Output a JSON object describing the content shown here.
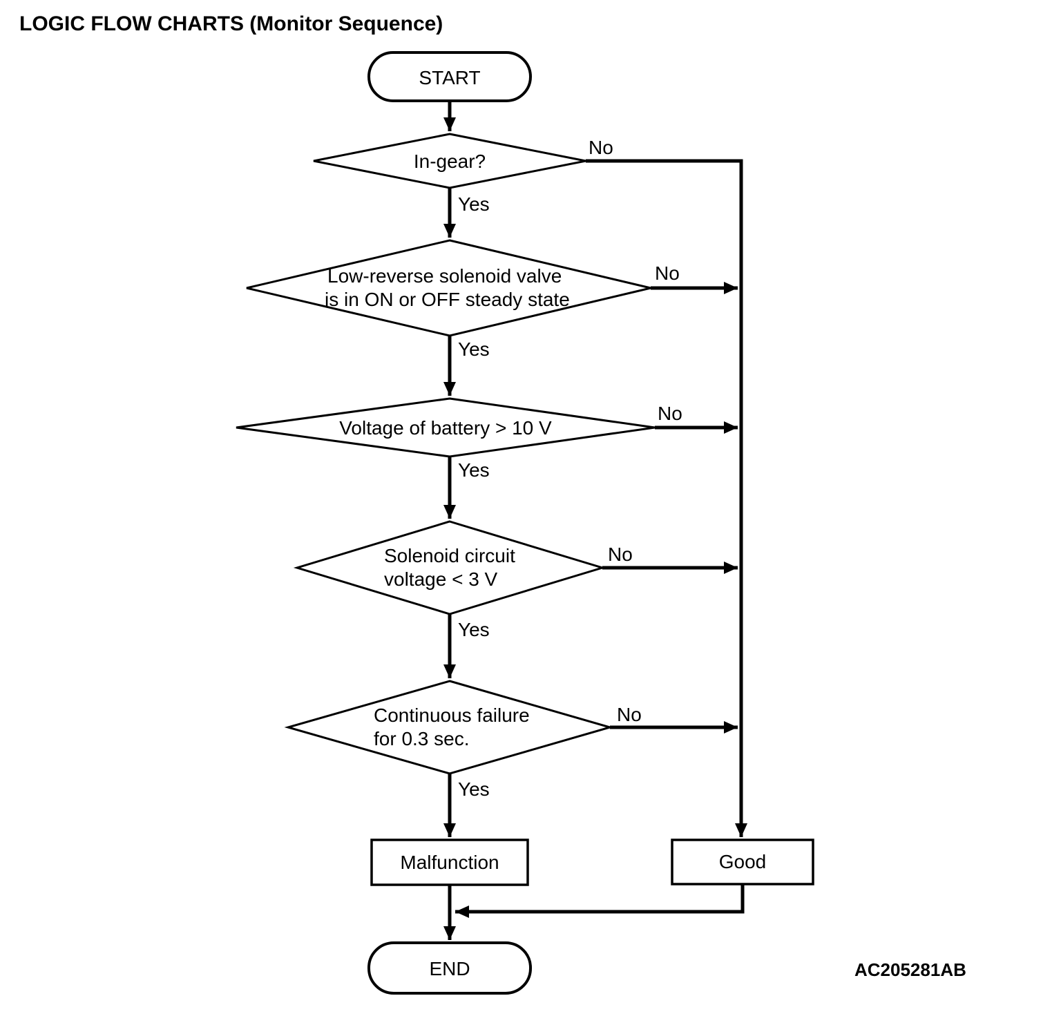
{
  "title": "LOGIC FLOW CHARTS (Monitor Sequence)",
  "figure_code": "AC205281AB",
  "colors": {
    "line": "#000000",
    "background": "#ffffff",
    "text": "#000000"
  },
  "nodes": {
    "start": {
      "label": "START"
    },
    "in_gear": {
      "label": "In-gear?",
      "yes": "Yes",
      "no": "No"
    },
    "solenoid_state": {
      "line1": "Low-reverse solenoid valve",
      "line2": "is in ON or OFF steady state",
      "yes": "Yes",
      "no": "No"
    },
    "battery_voltage": {
      "label": "Voltage of battery > 10 V",
      "yes": "Yes",
      "no": "No"
    },
    "circuit_voltage": {
      "line1": "Solenoid circuit",
      "line2": "voltage < 3 V",
      "yes": "Yes",
      "no": "No"
    },
    "continuous_failure": {
      "line1": "Continuous failure",
      "line2": "for 0.3 sec.",
      "yes": "Yes",
      "no": "No"
    },
    "malfunction": {
      "label": "Malfunction"
    },
    "good": {
      "label": "Good"
    },
    "end": {
      "label": "END"
    }
  }
}
